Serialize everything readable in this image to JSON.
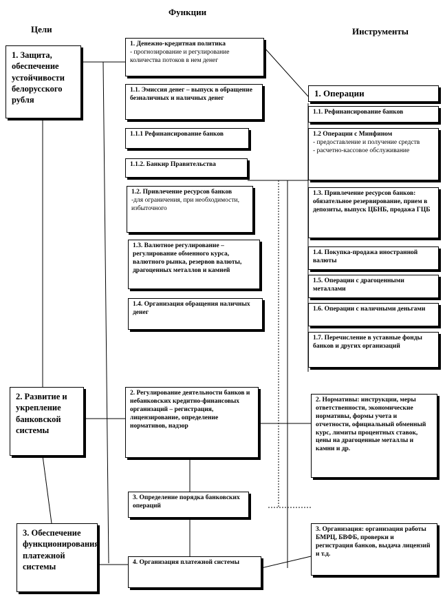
{
  "headers": {
    "goals": "Цели",
    "functions": "Функции",
    "tools": "Инструменты"
  },
  "goals": [
    {
      "title": "1. Защита, обеспечение устойчивости белорусского рубля"
    },
    {
      "title": "2. Развитие и укрепление банковской системы"
    },
    {
      "title": "3. Обеспечение функционирования платежной системы"
    }
  ],
  "functions": [
    {
      "title": "1. Денежно-кредитная политика",
      "lines": [
        "- прогнозирование и регулирование количества потоков в нем денег"
      ]
    },
    {
      "title": "1.1. Эмиссия денег – выпуск в обращение безналичных и наличных денег",
      "lines": []
    },
    {
      "title": "1.1.1 Рефинансирование банков",
      "lines": []
    },
    {
      "title": "1.1.2. Банкир Правительства",
      "lines": []
    },
    {
      "title": "1.2. Привлечение ресурсов банков",
      "lines": [
        "-для ограничения, при необходимости, избыточного"
      ]
    },
    {
      "title": "1.3. Валютное регулирование – регулирование обменного курса, валютного рынка, резервов валюты, драгоценных металлов и камней",
      "lines": []
    },
    {
      "title": "1.4. Организация обращения наличных денег",
      "lines": []
    },
    {
      "title": "2. Регулирование деятельности банков и небанковских кредитно-финансовых организаций – регистрация, лицензирование, определение нормативов, надзор",
      "lines": []
    },
    {
      "title": "3. Определение порядка банковских операций",
      "lines": []
    },
    {
      "title": "4. Организация платежной системы",
      "lines": []
    }
  ],
  "tools": [
    {
      "title": "1. Операции",
      "lines": []
    },
    {
      "title": "1.1. Рефинансирование банков",
      "lines": []
    },
    {
      "title": "1.2 Операции с Минфином",
      "lines": [
        "- предоставление и получение средств",
        "- расчетно-кассовое обслуживание"
      ]
    },
    {
      "title": "1.3. Привлечение ресурсов банков: обязательное резервирование, прием в депозиты, выпуск ЦБНБ, продажа ГЦБ",
      "lines": []
    },
    {
      "title": "1.4. Покупка-продажа иностранной валюты",
      "lines": []
    },
    {
      "title": "1.5. Операции с драгоценными металлами",
      "lines": []
    },
    {
      "title": "1.6. Операции с наличными деньгами",
      "lines": []
    },
    {
      "title": "1.7. Перечисление в уставные фонды банков и других организаций",
      "lines": []
    },
    {
      "title": "2. Нормативы: инструкции, меры ответственности, экономические нормативы, формы учета и отчетности, официальный обменный курс, лимиты процентных ставок, цены на драгоценные металлы и камни и др.",
      "lines": []
    },
    {
      "title": "3. Организация: организация работы БМРЦ, БВФБ, проверки и регистрация банков, выдача лицензий и т.д.",
      "lines": []
    }
  ]
}
